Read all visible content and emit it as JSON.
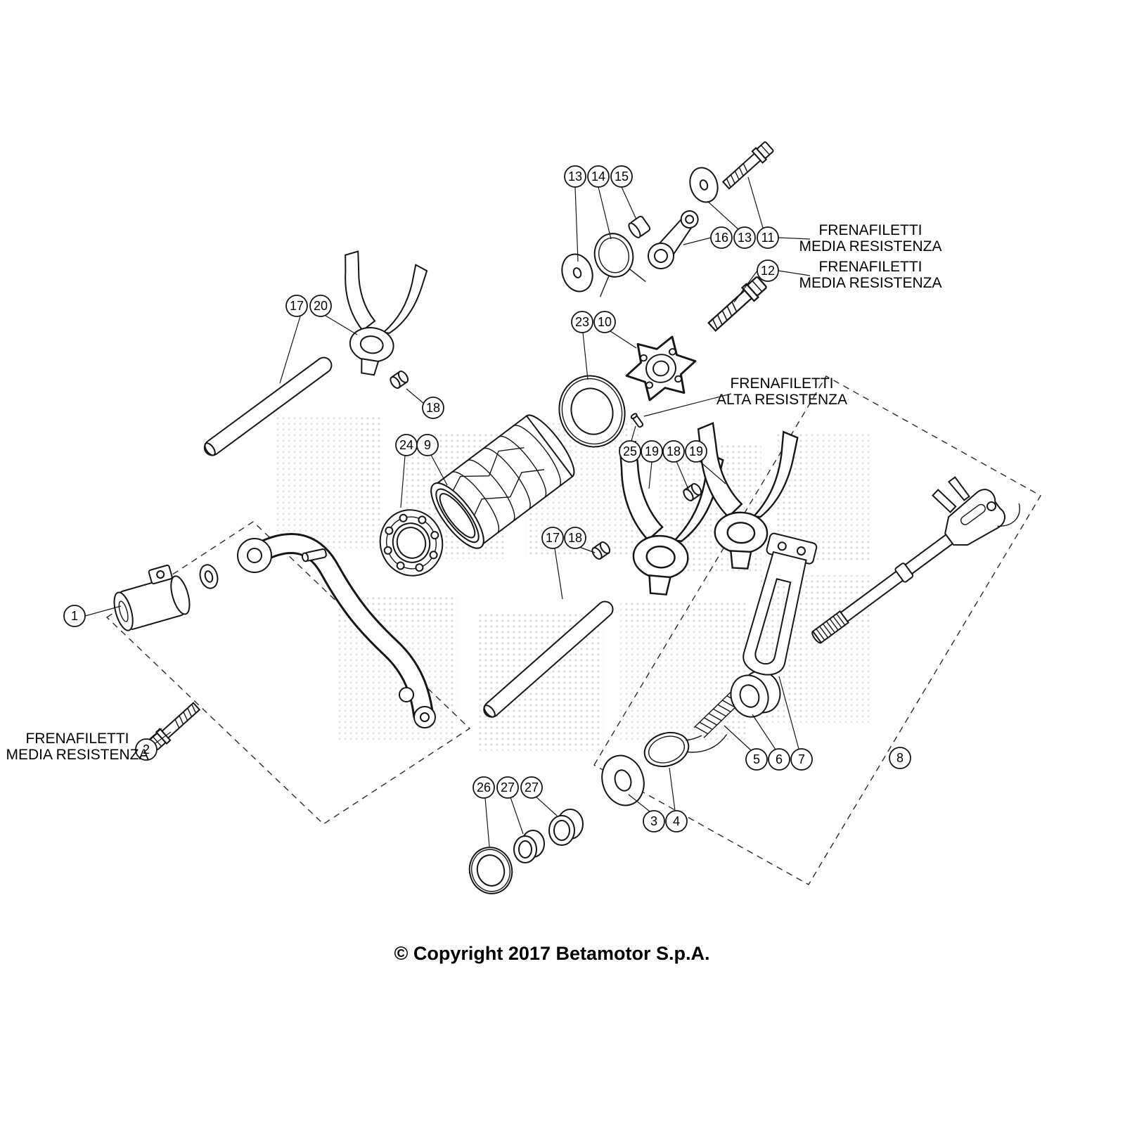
{
  "copyright": "© Copyright 2017 Betamotor S.p.A.",
  "notes": [
    {
      "line1": "FRENAFILETTI",
      "line2": "MEDIA RESISTENZA"
    },
    {
      "line1": "FRENAFILETTI",
      "line2": "MEDIA RESISTENZA"
    },
    {
      "line1": "FRENAFILETTI",
      "line2": "ALTA RESISTENZA"
    },
    {
      "line1": "FRENAFILETTI",
      "line2": "MEDIA RESISTENZA"
    }
  ],
  "callouts": [
    {
      "n": "13"
    },
    {
      "n": "14"
    },
    {
      "n": "15"
    },
    {
      "n": "16"
    },
    {
      "n": "13"
    },
    {
      "n": "11"
    },
    {
      "n": "12"
    },
    {
      "n": "17"
    },
    {
      "n": "20"
    },
    {
      "n": "23"
    },
    {
      "n": "10"
    },
    {
      "n": "18"
    },
    {
      "n": "24"
    },
    {
      "n": "9"
    },
    {
      "n": "25"
    },
    {
      "n": "19"
    },
    {
      "n": "18"
    },
    {
      "n": "19"
    },
    {
      "n": "17"
    },
    {
      "n": "18"
    },
    {
      "n": "1"
    },
    {
      "n": "2"
    },
    {
      "n": "3"
    },
    {
      "n": "4"
    },
    {
      "n": "5"
    },
    {
      "n": "6"
    },
    {
      "n": "7"
    },
    {
      "n": "8"
    },
    {
      "n": "26"
    },
    {
      "n": "27"
    },
    {
      "n": "27"
    }
  ]
}
